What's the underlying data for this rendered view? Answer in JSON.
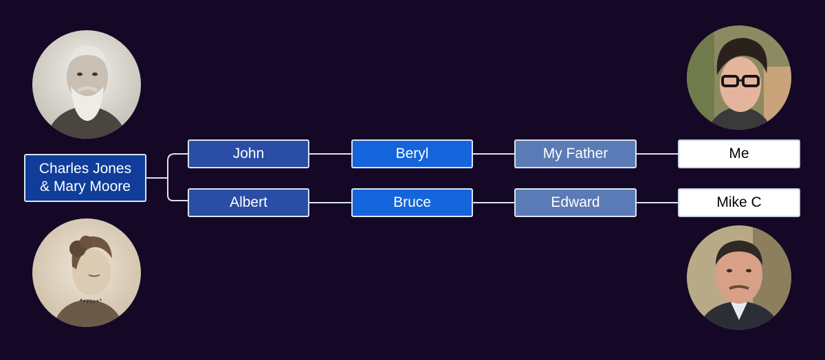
{
  "root": {
    "line1": "Charles Jones",
    "line2": "& Mary Moore"
  },
  "lineages": [
    {
      "child": "John",
      "grandchild": "Beryl",
      "great_grandchild": "My Father",
      "descendant": "Me"
    },
    {
      "child": "Albert",
      "grandchild": "Bruce",
      "great_grandchild": "Edward",
      "descendant": "Mike C"
    }
  ],
  "colors": {
    "background": "#140826",
    "root_box": "#0f3d99",
    "generation_1": "#2a4ea6",
    "generation_2": "#1464dc",
    "generation_3": "#5a7bb6",
    "generation_4": "#ffffff",
    "connector": "#dde4f2"
  },
  "portraits": [
    {
      "subject": "elderly bearded man, sepia photo",
      "icon": "portrait-icon"
    },
    {
      "subject": "Victorian woman in profile, sepia photo",
      "icon": "portrait-icon"
    },
    {
      "subject": "young man with glasses",
      "icon": "portrait-icon"
    },
    {
      "subject": "man in suit",
      "icon": "portrait-icon"
    }
  ]
}
